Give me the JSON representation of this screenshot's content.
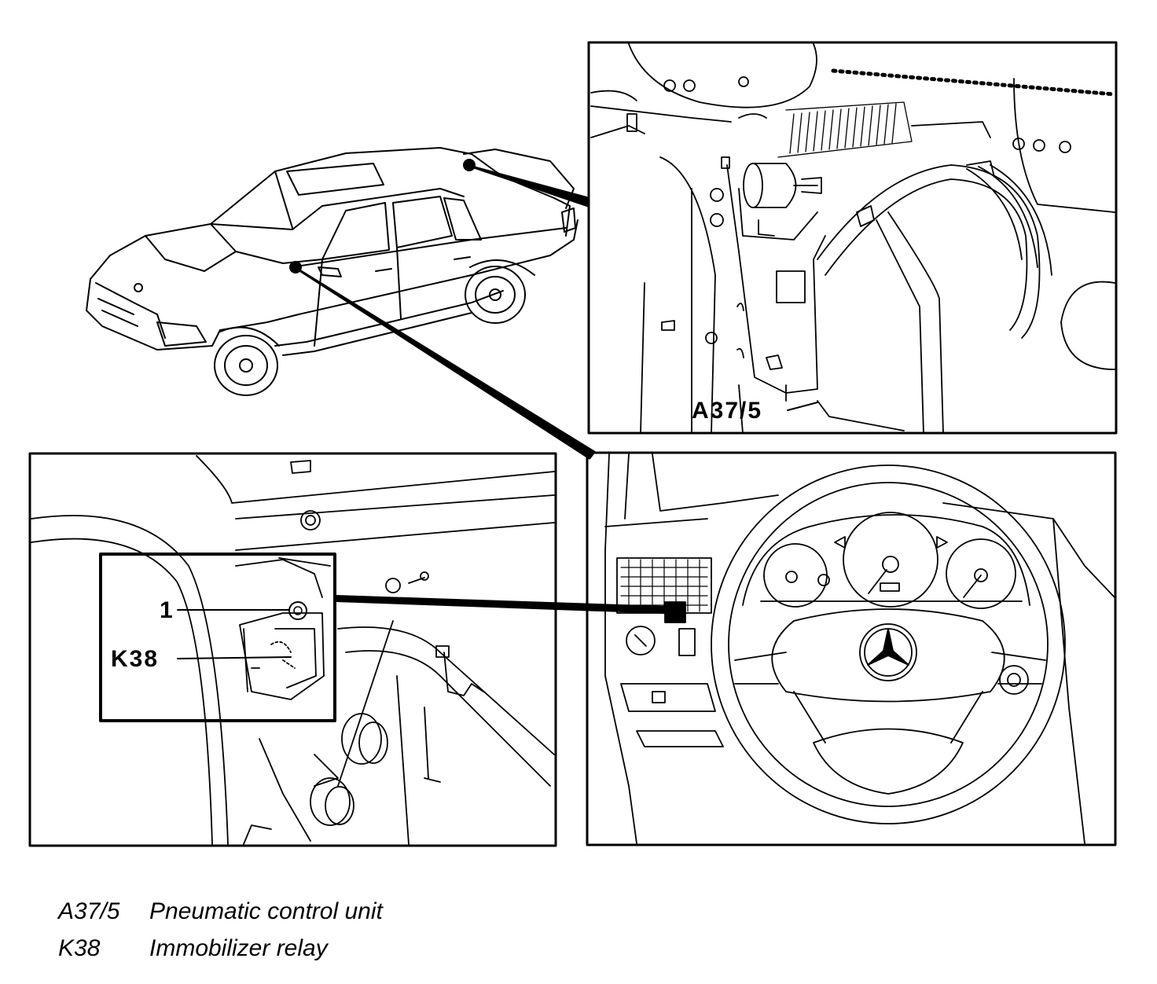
{
  "callouts": {
    "a37_5": "A37/5",
    "item_1": "1",
    "k38": "K38"
  },
  "legend": [
    {
      "code": "A37/5",
      "text": "Pneumatic control unit"
    },
    {
      "code": "K38",
      "text": "Immobilizer relay"
    }
  ],
  "colors": {
    "line": "#000000",
    "background": "#ffffff"
  }
}
